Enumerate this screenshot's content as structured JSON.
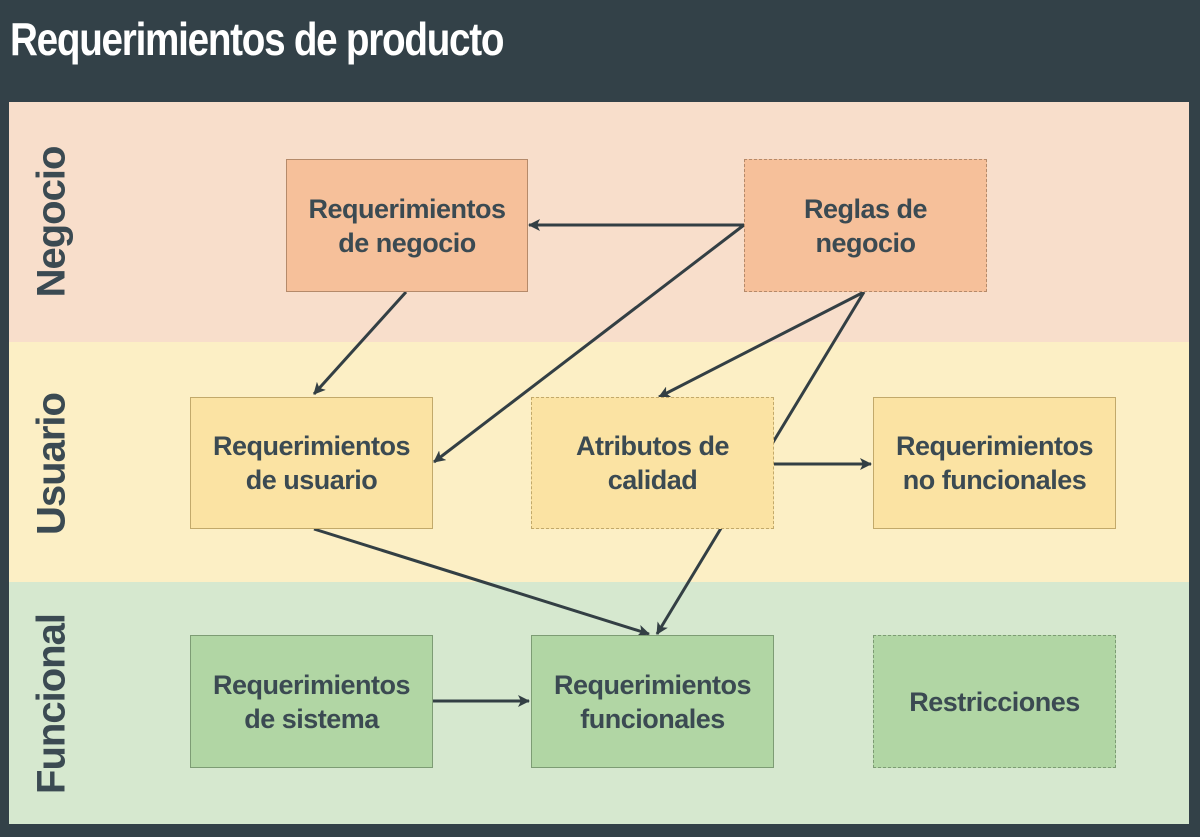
{
  "title": "Requerimientos de producto",
  "bands": {
    "negocio": "Negocio",
    "usuario": "Usuario",
    "funcional": "Funcional"
  },
  "nodes": {
    "req_negocio": "Requerimientos\nde negocio",
    "reglas_negocio": "Reglas de\nnegocio",
    "req_usuario": "Requerimientos\nde usuario",
    "atributos_calidad": "Atributos de\ncalidad",
    "req_no_funcionales": "Requerimientos\nno funcionales",
    "req_sistema": "Requerimientos\nde sistema",
    "req_funcionales": "Requerimientos\nfuncionales",
    "restricciones": "Restricciones"
  },
  "colors": {
    "negocio_band": "#f8decb",
    "usuario_band": "#fcefc5",
    "funcional_band": "#d6e8cf",
    "negocio_box": "#f6c09a",
    "usuario_box": "#fbe3a3",
    "funcional_box": "#b1d6a4",
    "arrow": "#333f44"
  }
}
